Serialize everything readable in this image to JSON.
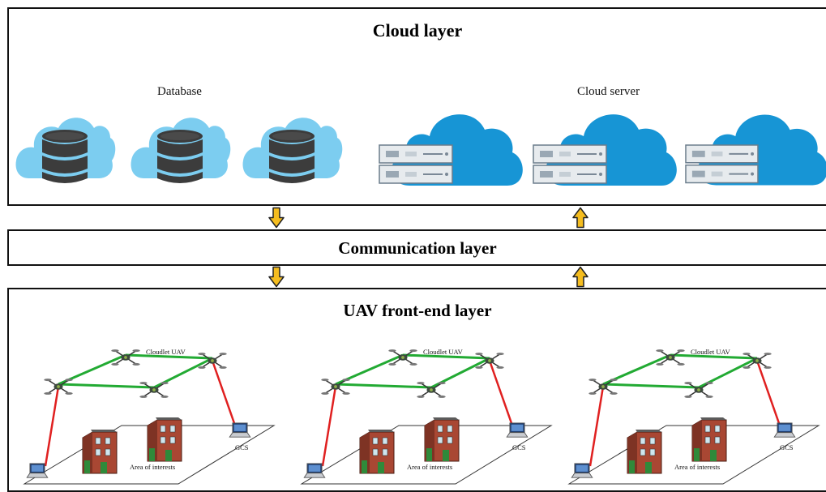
{
  "colors": {
    "db_cloud": "#7ccdf0",
    "db_stack": "#3c3c3c",
    "server_cloud": "#1795d5",
    "arrow_fill": "#f5bd1f",
    "mesh_link": "#22aa33",
    "ground_link": "#e02020",
    "building": "#a94733"
  },
  "cloud_layer": {
    "title": "Cloud layer",
    "database_label": "Database",
    "cloud_server_label": "Cloud server"
  },
  "communication_layer": {
    "title": "Communication layer"
  },
  "uav_layer": {
    "title": "UAV front-end  layer",
    "clusters": [
      {
        "cloudlet_label": "Cloudlet UAV",
        "gcs_label": "GCS",
        "area_label": "Area of interests"
      },
      {
        "cloudlet_label": "Cloudlet UAV",
        "gcs_label": "GCS",
        "area_label": "Area of interests"
      },
      {
        "cloudlet_label": "Cloudlet UAV",
        "gcs_label": "GCS",
        "area_label": "Area of interests"
      }
    ]
  }
}
